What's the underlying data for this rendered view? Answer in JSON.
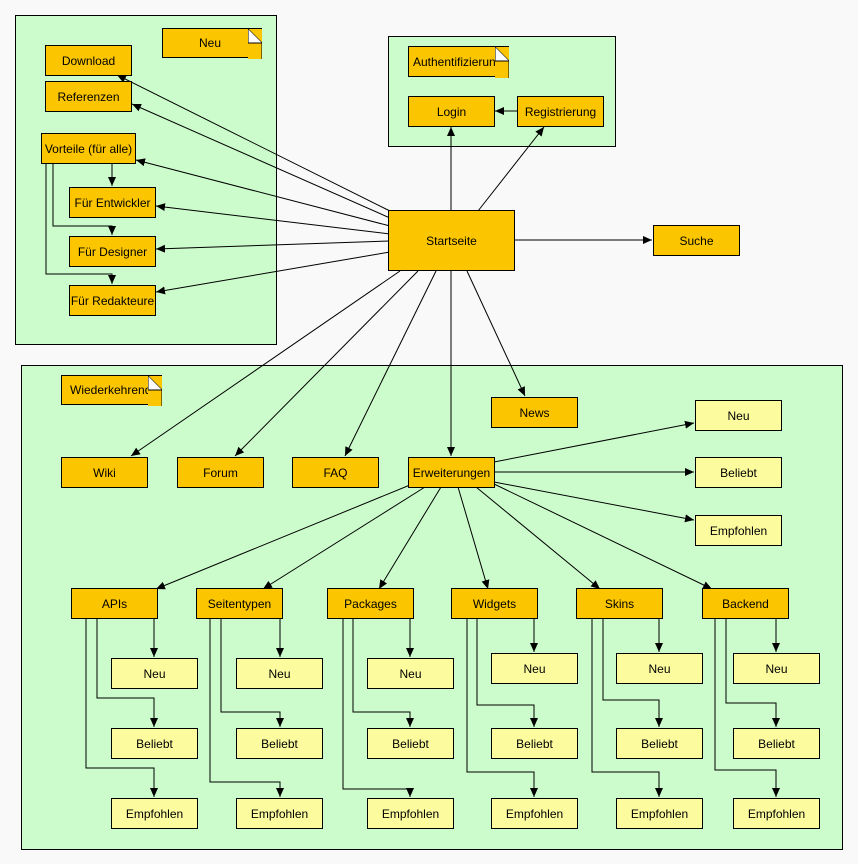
{
  "groups": {
    "marketing": "",
    "auth": "",
    "recurring": ""
  },
  "notes": {
    "neu_note": "Neu",
    "auth_note": "Authentifizierung",
    "recurring_note": "Wiederkehrend"
  },
  "nodes": {
    "download": "Download",
    "referenzen": "Referenzen",
    "vorteile": "Vorteile (für alle)",
    "entwickler": "Für Entwickler",
    "designer": "Für Designer",
    "redakteure": "Für Redakteure",
    "login": "Login",
    "registrierung": "Registrierung",
    "startseite": "Startseite",
    "suche": "Suche",
    "news": "News",
    "wiki": "Wiki",
    "forum": "Forum",
    "faq": "FAQ",
    "erweiterungen": "Erweiterungen",
    "ext_neu": "Neu",
    "ext_beliebt": "Beliebt",
    "ext_empfohlen": "Empfohlen",
    "apis": "APIs",
    "seitentypen": "Seitentypen",
    "packages": "Packages",
    "widgets": "Widgets",
    "skins": "Skins",
    "backend": "Backend",
    "apis_neu": "Neu",
    "apis_beliebt": "Beliebt",
    "apis_empfohlen": "Empfohlen",
    "seitentypen_neu": "Neu",
    "seitentypen_beliebt": "Beliebt",
    "seitentypen_empfohlen": "Empfohlen",
    "packages_neu": "Neu",
    "packages_beliebt": "Beliebt",
    "packages_empfohlen": "Empfohlen",
    "widgets_neu": "Neu",
    "widgets_beliebt": "Beliebt",
    "widgets_empfohlen": "Empfohlen",
    "skins_neu": "Neu",
    "skins_beliebt": "Beliebt",
    "skins_empfohlen": "Empfohlen",
    "backend_neu": "Neu",
    "backend_beliebt": "Beliebt",
    "backend_empfohlen": "Empfohlen"
  },
  "colors": {
    "primary_fill": "#fbc600",
    "secondary_fill": "#fcfc9f",
    "group_fill": "#ccfccc",
    "background": "#f9f9f9"
  }
}
